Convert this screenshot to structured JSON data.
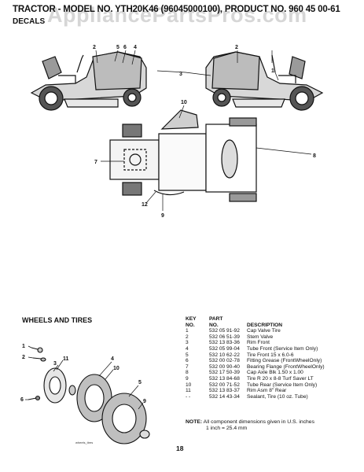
{
  "header": {
    "title": "TRACTOR - MODEL NO. YTH20K46 (96045000100), PRODUCT NO. 960 45 00-61",
    "subtitle": "DECALS",
    "watermark": "AppliancePartsPros.com"
  },
  "decals_callouts": [
    "1",
    "2",
    "3",
    "4",
    "5",
    "6",
    "7",
    "8",
    "9",
    "10",
    "12"
  ],
  "wheels_section": {
    "heading": "WHEELS AND TIRES",
    "callouts": [
      "1",
      "2",
      "11",
      "3",
      "6",
      "4",
      "10",
      "5",
      "9"
    ],
    "image_caption": "wheels_tires"
  },
  "parts_table": {
    "headers": {
      "key_no": [
        "KEY",
        "NO."
      ],
      "part_no": [
        "PART",
        "NO."
      ],
      "description": "DESCRIPTION"
    },
    "rows": [
      {
        "key": "1",
        "part": "532 05 91-92",
        "desc": "Cap Valve Tire"
      },
      {
        "key": "2",
        "part": "532 06 51-39",
        "desc": "Stem Valve"
      },
      {
        "key": "3",
        "part": "532 13 83-36",
        "desc": "Rim Front"
      },
      {
        "key": "4",
        "part": "532 05 99-04",
        "desc": "Tube Front (Service Item Only)"
      },
      {
        "key": "5",
        "part": "532 10 62-22",
        "desc": "Tire Front 15 x 6.0-6"
      },
      {
        "key": "6",
        "part": "532 00 02-78",
        "desc": "Fitting Grease (FrontWheelOnly)"
      },
      {
        "key": "7",
        "part": "532 00 90-40",
        "desc": "Bearing Flange (FrontWheelOnly)"
      },
      {
        "key": "8",
        "part": "532 17 50-39",
        "desc": "Cap Axle Blk 1.50 x 1.00"
      },
      {
        "key": "9",
        "part": "532 13 84-68",
        "desc": "Tire R 20 x 8-8 Turf Saver LT"
      },
      {
        "key": "10",
        "part": "532 00 71-52",
        "desc": "Tube Rear (Service Item Only)"
      },
      {
        "key": "11",
        "part": "532 13 83-37",
        "desc": "Rim Asm 8\" Rear"
      },
      {
        "key": "- -",
        "part": "532 14 43-34",
        "desc": "Sealant, Tire (10 oz. Tube)"
      }
    ]
  },
  "note": {
    "label": "NOTE:",
    "line1": "All component dimensions given in U.S. inches",
    "line2": "1 inch = 25.4 mm"
  },
  "page_number": "18"
}
